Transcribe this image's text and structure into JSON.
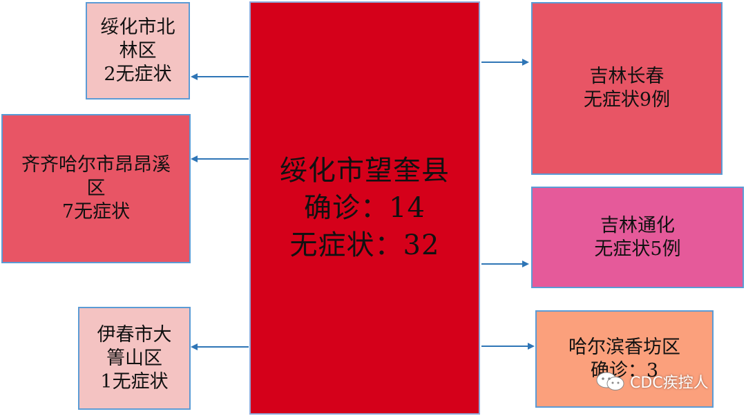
{
  "center": {
    "lines": [
      "绥化市望奎县",
      "确诊：14",
      "无症状：32"
    ],
    "color": "#d5001a"
  },
  "left_boxes": [
    {
      "lines": [
        "绥化市北",
        "林区",
        "2无症状"
      ],
      "color": "#f4c3c2"
    },
    {
      "lines": [
        "齐齐哈尔市昂昂溪",
        "区",
        "7无症状"
      ],
      "color": "#e85565"
    },
    {
      "lines": [
        "伊春市大",
        "箐山区",
        "1无症状"
      ],
      "color": "#f4c3c2"
    }
  ],
  "right_boxes": [
    {
      "lines": [
        "吉林长春",
        "无症状9例"
      ],
      "color": "#e85565"
    },
    {
      "lines": [
        "吉林通化",
        "无症状5例"
      ],
      "color": "#e55a9a"
    },
    {
      "lines": [
        "哈尔滨香坊区",
        "确诊：3"
      ],
      "color": "#fba07c"
    }
  ],
  "arrow_color": "#2e75b6",
  "border_color": "#5b9bd5",
  "watermark": {
    "text": "CDC疾控人",
    "icon": "wechat-icon"
  }
}
